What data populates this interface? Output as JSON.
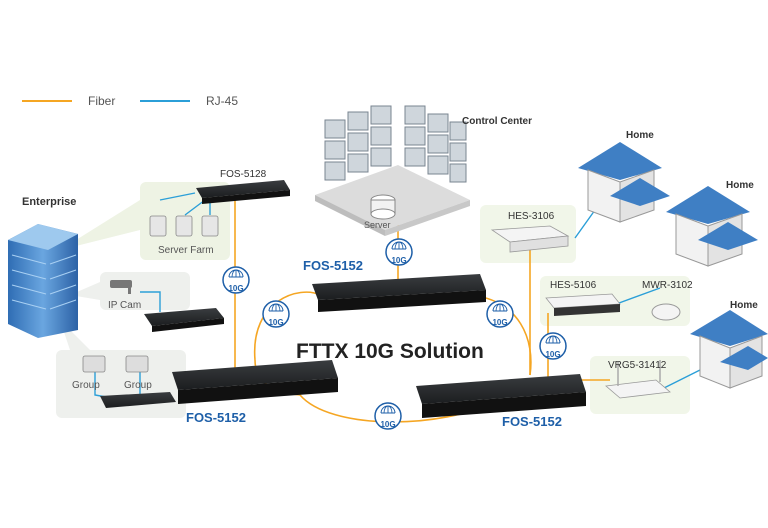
{
  "legend": {
    "fiber": {
      "label": "Fiber",
      "color": "#f5a623"
    },
    "rj45": {
      "label": "RJ-45",
      "color": "#2b9fd8"
    }
  },
  "title": "FTTX 10G Solution",
  "nodes": {
    "enterprise": "Enterprise",
    "control_center": "Control Center",
    "server": "Server",
    "server_farm": "Server Farm",
    "ip_cam": "IP Cam",
    "group_1": "Group",
    "group_2": "Group",
    "home_1": "Home",
    "home_2": "Home",
    "home_3": "Home"
  },
  "devices": {
    "fos_5128": "FOS-5128",
    "fos_5152_top": "FOS-5152",
    "fos_5152_left": "FOS-5152",
    "fos_5152_right": "FOS-5152",
    "hes_3106": "HES-3106",
    "hes_5106": "HES-5106",
    "mwr_3102": "MWR-3102",
    "vrg5_31412": "VRG5-31412"
  },
  "link_badge": "10G",
  "colors": {
    "device_label": "#1e5fa8",
    "panel_bg": "#f1f6e9",
    "building": "#3f7fc4"
  }
}
